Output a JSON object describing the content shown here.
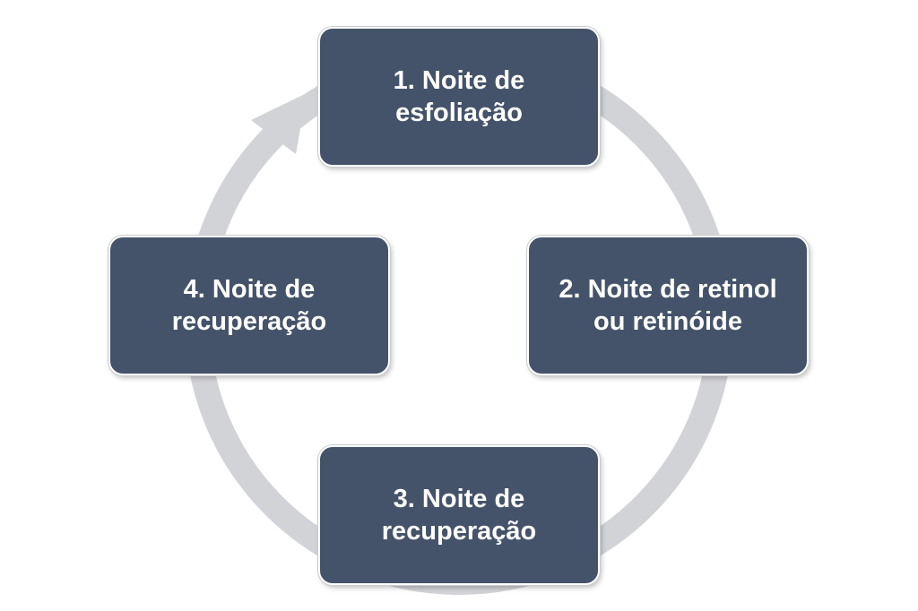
{
  "diagram": {
    "ring_color": "#d2d3d6",
    "box_color": "#44536a",
    "text_color": "#ffffff",
    "steps": [
      {
        "label": "1. Noite de\nesfoliação"
      },
      {
        "label": "2. Noite de retinol\nou retinóide"
      },
      {
        "label": "3. Noite de\nrecuperação"
      },
      {
        "label": "4. Noite de\nrecuperação"
      }
    ]
  }
}
